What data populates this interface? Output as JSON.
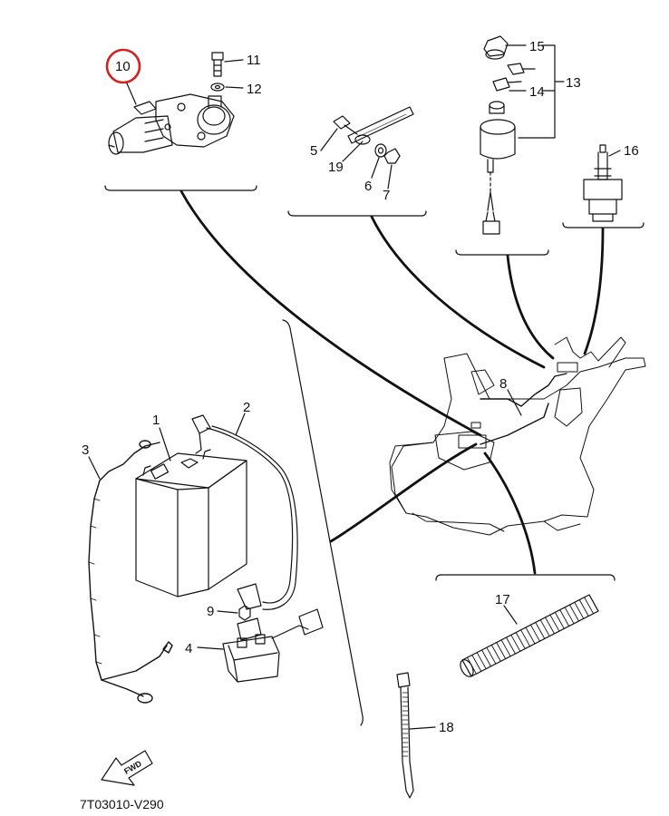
{
  "diagram": {
    "diagram_code": "7T03010-V290",
    "fwd_label": "FWD",
    "highlight_color": "#d42020",
    "line_color": "#111111",
    "parts": [
      {
        "id": "p1",
        "number": "1",
        "icon": "battery-icon"
      },
      {
        "id": "p2",
        "number": "2",
        "icon": "positive-cable-icon"
      },
      {
        "id": "p3",
        "number": "3",
        "icon": "negative-cable-icon"
      },
      {
        "id": "p4",
        "number": "4",
        "icon": "starter-relay-icon"
      },
      {
        "id": "p5",
        "number": "5",
        "icon": "bolt-icon"
      },
      {
        "id": "p6",
        "number": "6",
        "icon": "washer-icon"
      },
      {
        "id": "p7",
        "number": "7",
        "icon": "nut-icon"
      },
      {
        "id": "p8",
        "number": "8",
        "icon": "wire-harness-icon"
      },
      {
        "id": "p9",
        "number": "9",
        "icon": "nut-icon"
      },
      {
        "id": "p10",
        "number": "10",
        "icon": "motor-icon",
        "highlighted": true
      },
      {
        "id": "p11",
        "number": "11",
        "icon": "bolt-icon"
      },
      {
        "id": "p12",
        "number": "12",
        "icon": "washer-icon"
      },
      {
        "id": "p13",
        "number": "13",
        "icon": "main-switch-icon"
      },
      {
        "id": "p14",
        "number": "14",
        "icon": "key-icon"
      },
      {
        "id": "p15",
        "number": "15",
        "icon": "cap-icon"
      },
      {
        "id": "p16",
        "number": "16",
        "icon": "toggle-switch-icon"
      },
      {
        "id": "p17",
        "number": "17",
        "icon": "corrugated-tube-icon"
      },
      {
        "id": "p18",
        "number": "18",
        "icon": "cable-tie-icon"
      },
      {
        "id": "p19",
        "number": "19",
        "icon": "band-icon"
      }
    ]
  }
}
